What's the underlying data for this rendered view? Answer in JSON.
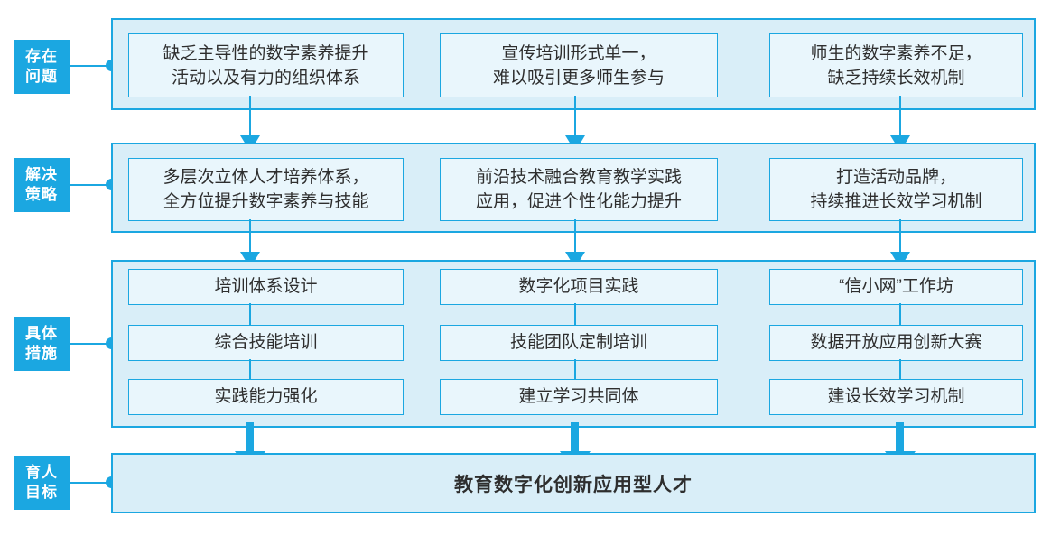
{
  "colors": {
    "accent": "#1ba7e1",
    "panel": "#d9eef8",
    "cell": "#e9f6fc",
    "ink": "#2e2e2e",
    "label-text": "#ffffff",
    "bg": "#ffffff"
  },
  "rows": [
    {
      "id": "problems",
      "label_lines": [
        "存在",
        "问题"
      ],
      "boxes": [
        {
          "lines": [
            "缺乏主导性的数字素养提升",
            "活动以及有力的组织体系"
          ]
        },
        {
          "lines": [
            "宣传培训形式单一，",
            "难以吸引更多师生参与"
          ]
        },
        {
          "lines": [
            "师生的数字素养不足，",
            "缺乏持续长效机制"
          ]
        }
      ]
    },
    {
      "id": "strategies",
      "label_lines": [
        "解决",
        "策略"
      ],
      "boxes": [
        {
          "lines": [
            "多层次立体人才培养体系，",
            "全方位提升数字素养与技能"
          ]
        },
        {
          "lines": [
            "前沿技术融合教育教学实践",
            "应用，促进个性化能力提升"
          ]
        },
        {
          "lines": [
            "打造活动品牌，",
            "持续推进长效学习机制"
          ]
        }
      ]
    },
    {
      "id": "measures",
      "label_lines": [
        "具体",
        "措施"
      ],
      "columns": [
        [
          "培训体系设计",
          "综合技能培训",
          "实践能力强化"
        ],
        [
          "数字化项目实践",
          "技能团队定制培训",
          "建立学习共同体"
        ],
        [
          "“信小网”工作坊",
          "数据开放应用创新大赛",
          "建设长效学习机制"
        ]
      ]
    },
    {
      "id": "goal",
      "label_lines": [
        "育人",
        "目标"
      ],
      "text": "教育数字化创新应用型人才"
    }
  ]
}
